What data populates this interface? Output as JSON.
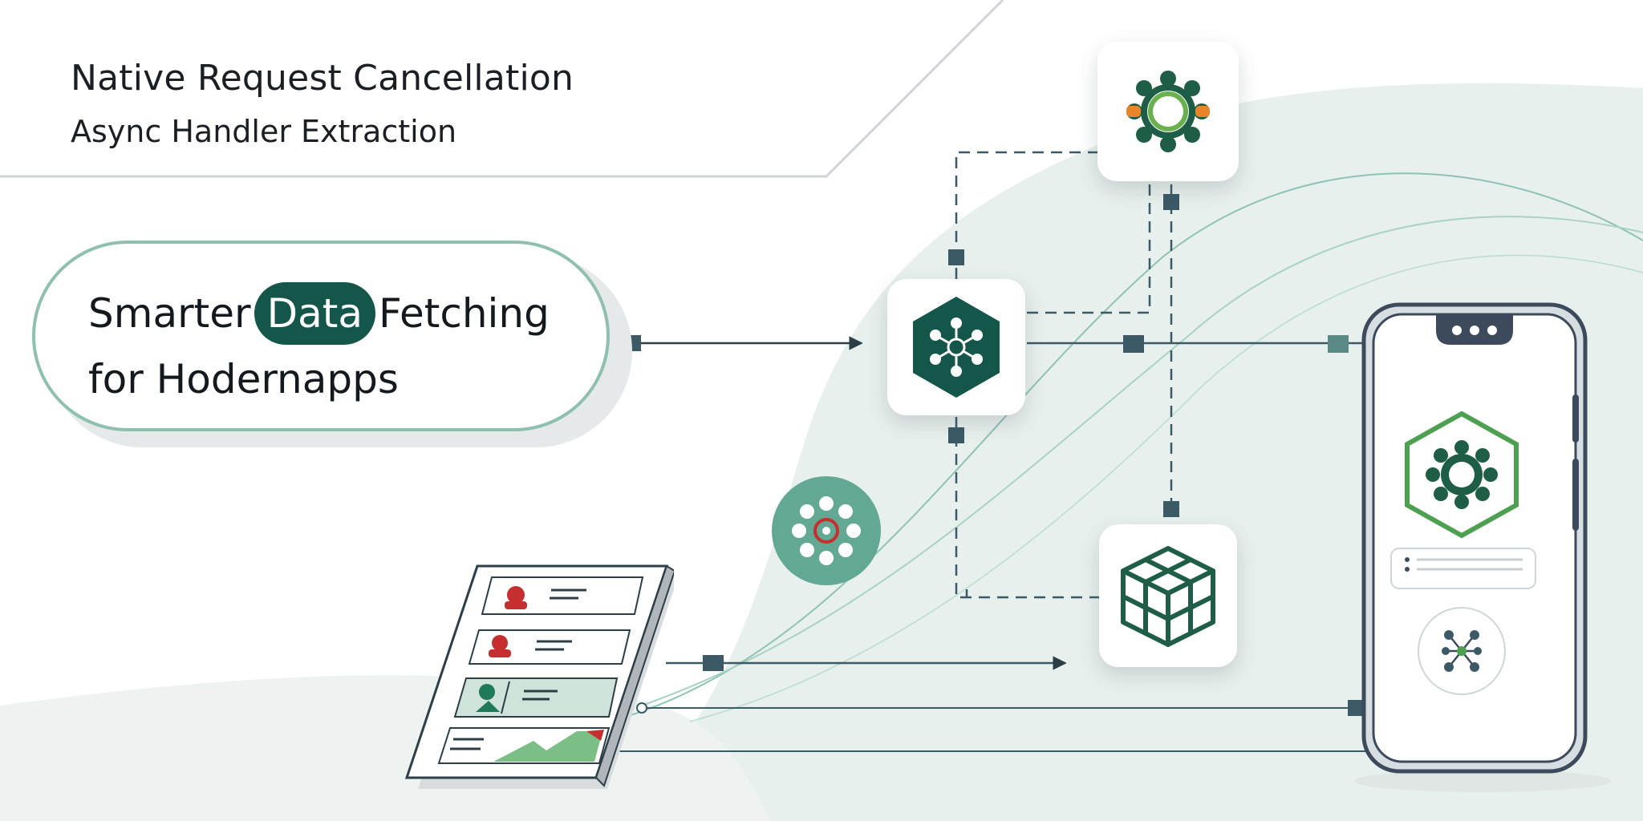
{
  "header": {
    "title": "Native Request Cancellation",
    "subtitle": "Async Handler  Extraction"
  },
  "headline": {
    "before": "Smarter",
    "highlight": "Data",
    "after": "Fetching",
    "line2": "for Hodernapps"
  },
  "colors": {
    "accent_dark": "#14574a",
    "accent_teal": "#62a893",
    "accent_green": "#4ca04f",
    "connector": "#3c5a66",
    "alert_red": "#c62f2f",
    "bg_wave": "#e7efec",
    "outline": "#8fbfad"
  },
  "icons": {
    "top_card": "virus-gear-icon",
    "center_card": "hexagon-network-icon",
    "bottom_card": "cube-grid-icon",
    "floating": "virus-badge-icon",
    "phone_top": "gear-hexagon-icon",
    "phone_bottom": "network-nodes-icon",
    "document": "user-list-document-icon"
  }
}
